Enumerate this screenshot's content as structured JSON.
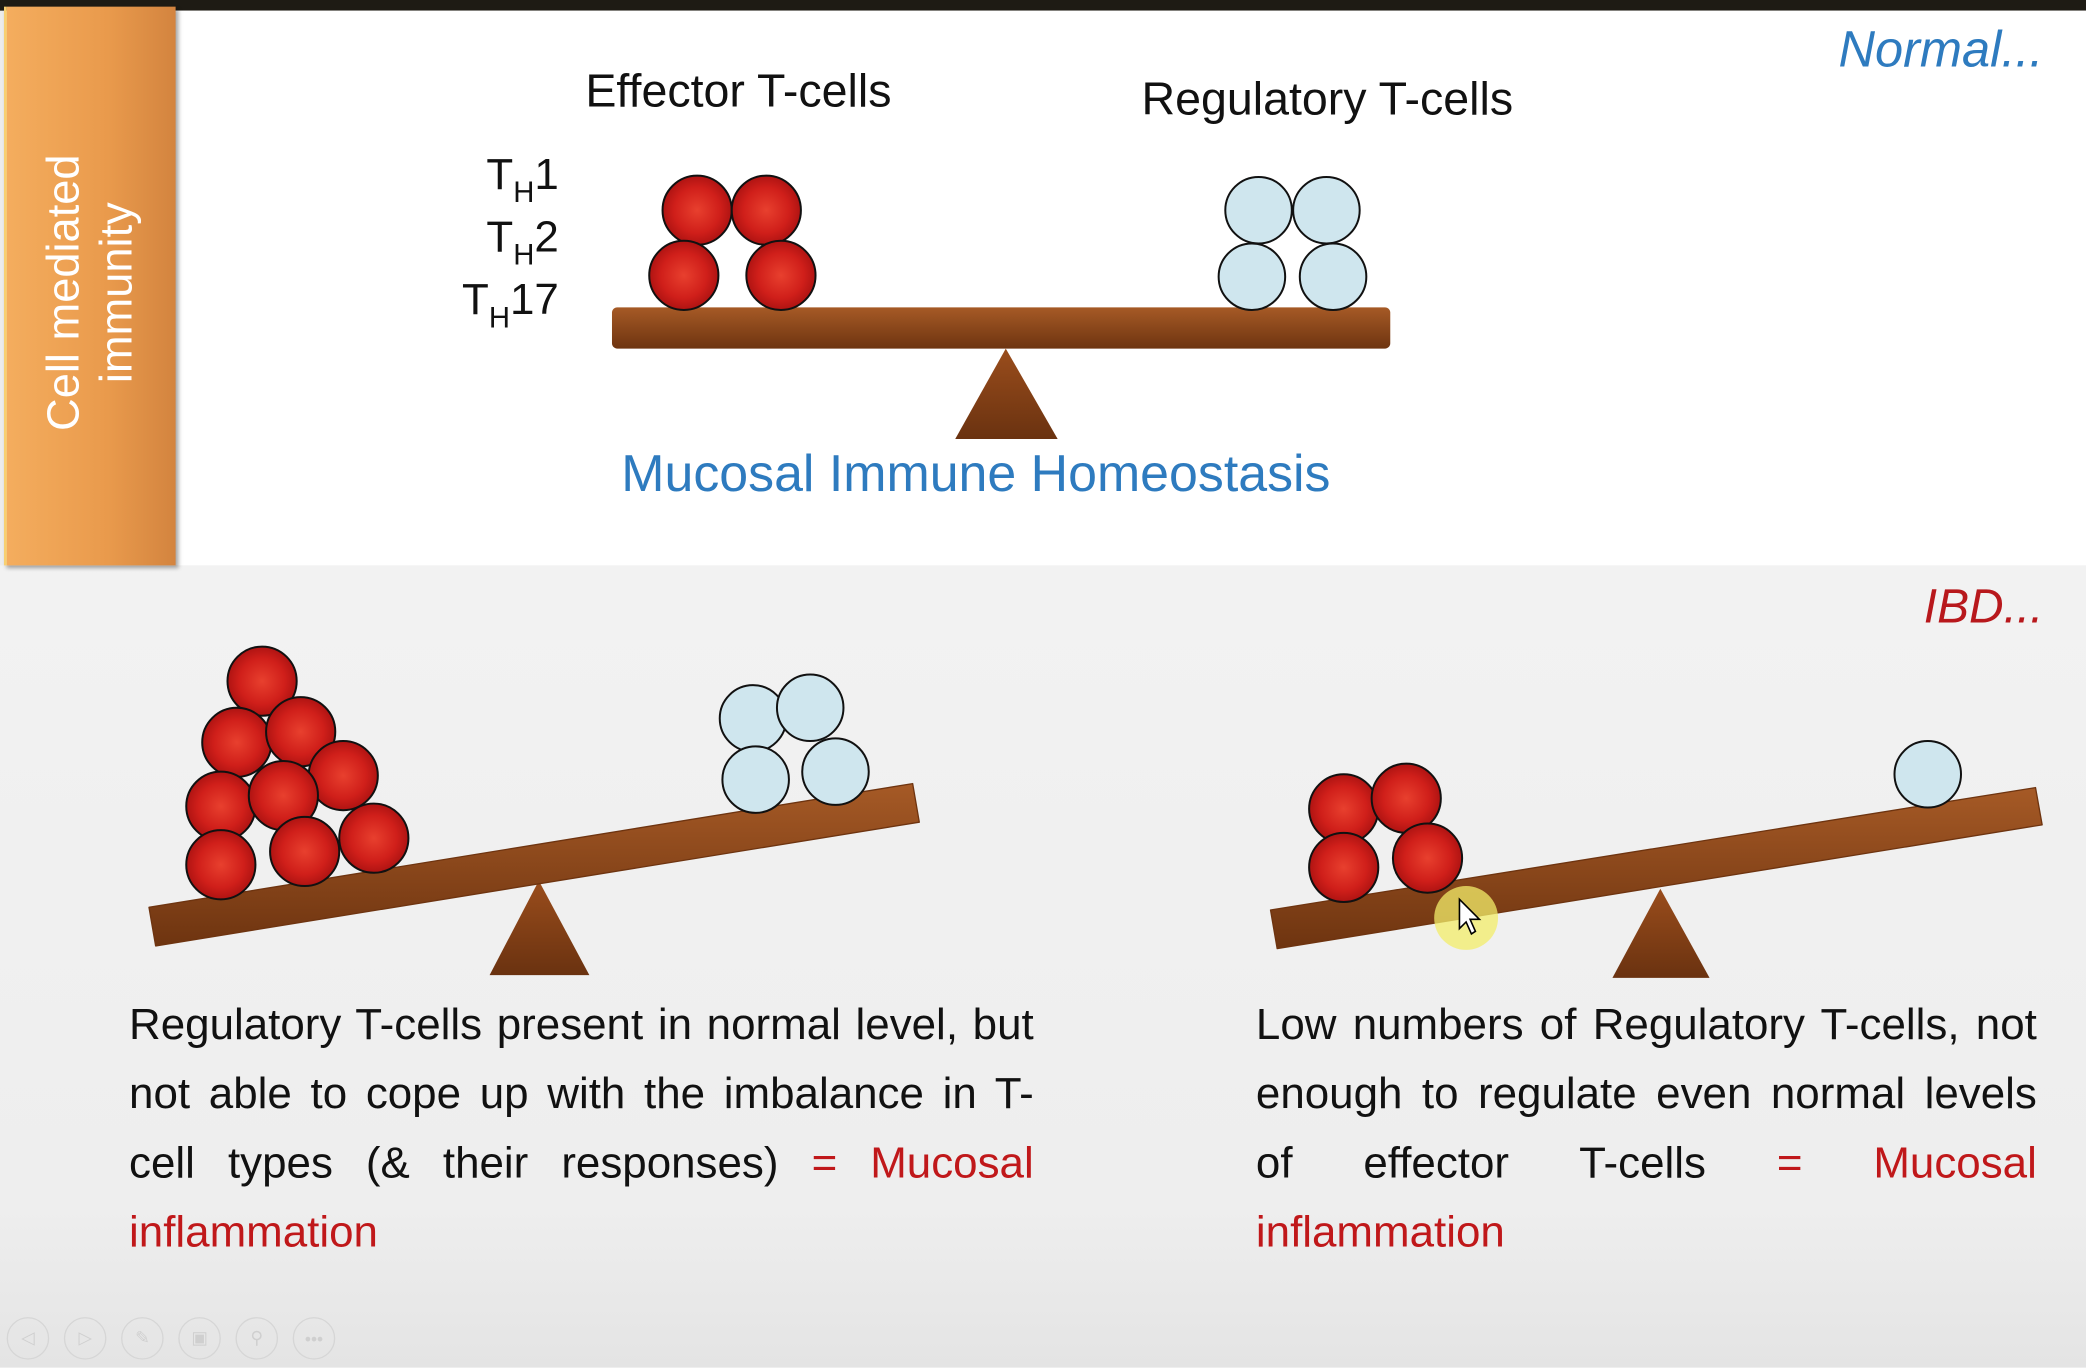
{
  "sidebar": {
    "title_line1": "Cell mediated",
    "title_line2": "immunity"
  },
  "normal": {
    "tag": "Normal...",
    "effector_label": "Effector T-cells",
    "regulatory_label": "Regulatory T-cells",
    "subtypes": [
      {
        "base": "T",
        "sub": "H",
        "num": "1"
      },
      {
        "base": "T",
        "sub": "H",
        "num": "2"
      },
      {
        "base": "T",
        "sub": "H",
        "num": "17"
      }
    ],
    "caption": "Mucosal Immune Homeostasis"
  },
  "ibd": {
    "tag": "IBD...",
    "left_text": "Regulatory T-cells present in normal level, but not able to cope up with the imbalance in T-cell types (& their responses)",
    "left_result": "= Mucosal inflammation",
    "right_text": "Low numbers of Regulatory T-cells, not enough to regulate even normal levels of effector T-cells",
    "right_result": "= Mucosal inflammation"
  },
  "colors": {
    "blue": "#2e7bbf",
    "red": "#b8181c",
    "orange": "#e99a4c",
    "brown": "#8b4a1c"
  },
  "toolbar": {
    "icons": [
      "previous-icon",
      "next-icon",
      "pen-icon",
      "slides-icon",
      "zoom-icon",
      "more-icon"
    ]
  }
}
